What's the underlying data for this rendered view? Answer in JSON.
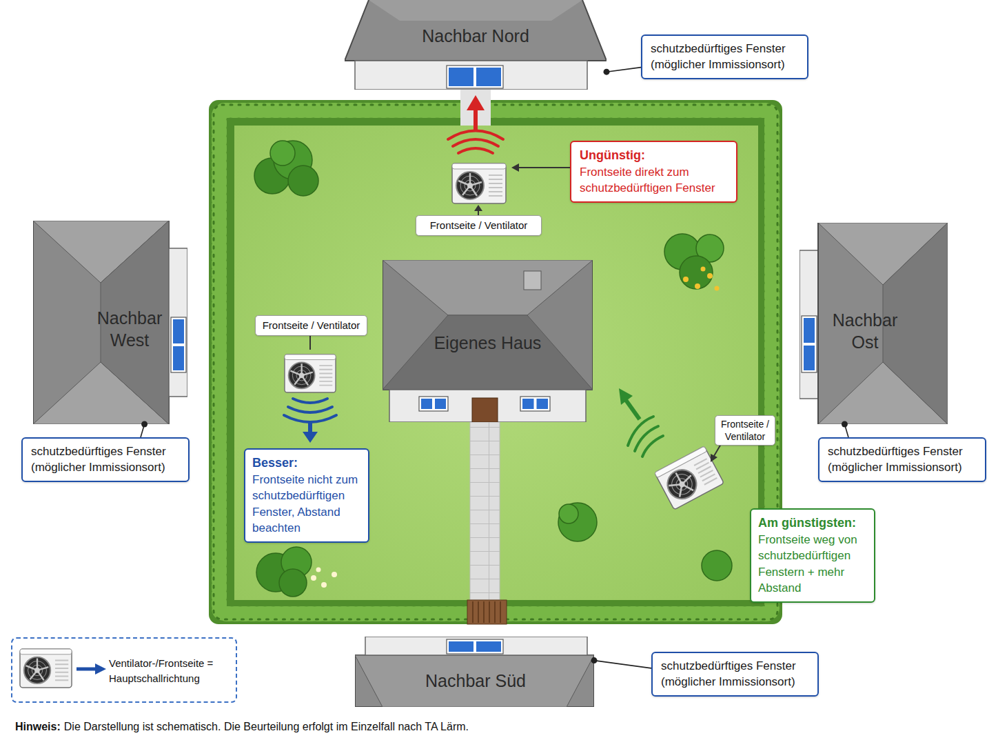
{
  "diagram": {
    "nodes": [
      {
        "text": [
          "Nachbar Nord"
        ]
      },
      {
        "text": [
          "schutzbedürftiges Fenster (möglicher Immissionsort)"
        ]
      },
      {
        "text": [
          "Ungünstig:",
          "Frontseite direkt zum schutzbedürftigen Fenster"
        ]
      },
      {
        "text": [
          "Frontseite / Ventilator"
        ]
      },
      {
        "text": [
          "Nachbar West"
        ]
      },
      {
        "text": [
          "Frontseite / Ventilator"
        ]
      },
      {
        "text": [
          "Eigenes Haus"
        ]
      },
      {
        "text": [
          "Nachbar Ost"
        ]
      },
      {
        "text": [
          "Frontseite / Ventilator"
        ]
      },
      {
        "text": [
          "schutzbedürftiges Fenster (möglicher Immissionsort)"
        ]
      },
      {
        "text": [
          "schutzbedürftiges Fenster (möglicher Immissionsort)"
        ]
      },
      {
        "text": [
          "Besser:",
          "Frontseite nicht zum schutzbedürftigen Fenster, Abstand beachten"
        ]
      },
      {
        "text": [
          "Am günstigsten:",
          "Frontseite weg von schutzbedürftigen Fenstern + mehr Abstand"
        ]
      },
      {
        "text": [
          "Nachbar Süd"
        ]
      },
      {
        "text": [
          "schutzbedürftiges Fenster (möglicher Immissionsort)"
        ]
      }
    ],
    "edges": [
      {
        "from": 1,
        "to": 0,
        "arrow": "none"
      },
      {
        "from": 9,
        "to": 4,
        "arrow": "none"
      },
      {
        "from": 10,
        "to": 7,
        "arrow": "none"
      },
      {
        "from": 14,
        "to": 13,
        "arrow": "none"
      }
    ],
    "labels": [
      "Hinweis:",
      "Die Darstellung ist schematisch. Die Beurteilung erfolgt im Einzelfall nach TA Lärm."
    ],
    "legend": [
      {
        "text": "Ventilator-/Frontseite = Hauptschallrichtung"
      }
    ]
  }
}
